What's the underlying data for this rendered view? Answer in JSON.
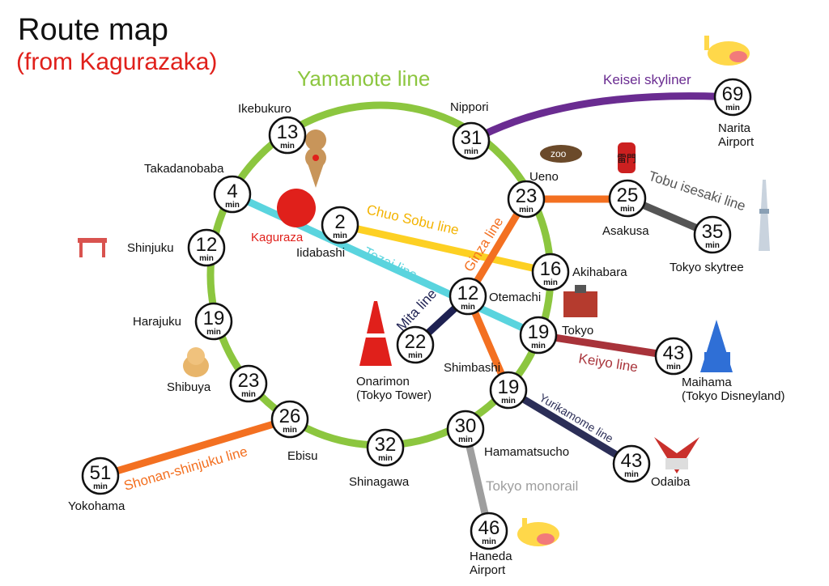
{
  "header": {
    "title": "Route map",
    "subtitle": "(from Kagurazaka)"
  },
  "origin": {
    "name": "Kaguraza",
    "color": "#e0201b"
  },
  "min_unit": "min",
  "lines": {
    "yamanote": {
      "label": "Yamanote line",
      "color": "#8cc63f"
    },
    "keisei": {
      "label": "Keisei skyliner",
      "color": "#6a2c91"
    },
    "tobu": {
      "label": "Tobu isesaki line",
      "color": "#555555"
    },
    "chuo_sobu": {
      "label": "Chuo Sobu line",
      "color": "#fdd023"
    },
    "tozai": {
      "label": "Tozai line",
      "color": "#5ad4de"
    },
    "ginza": {
      "label": "Ginza line",
      "color": "#f37021"
    },
    "mita": {
      "label": "Mita line",
      "color": "#1e2152"
    },
    "keiyo": {
      "label": "Keiyo line",
      "color": "#a8333a"
    },
    "yurikamome": {
      "label": "Yurikamome line",
      "color": "#2b2e57"
    },
    "monorail": {
      "label": "Tokyo monorail",
      "color": "#9e9e9e"
    },
    "shonan": {
      "label": "Shonan-shinjuku line",
      "color": "#f37021"
    }
  },
  "stations": {
    "ikebukuro": {
      "name": "Ikebukuro",
      "minutes": "13"
    },
    "nippori": {
      "name": "Nippori",
      "minutes": "31"
    },
    "narita": {
      "name": "Narita\nAirport",
      "minutes": "69"
    },
    "takadanobaba": {
      "name": "Takadanobaba",
      "minutes": "4"
    },
    "ueno": {
      "name": "Ueno",
      "minutes": "23"
    },
    "asakusa": {
      "name": "Asakusa",
      "minutes": "25"
    },
    "skytree": {
      "name": "Tokyo skytree",
      "minutes": "35"
    },
    "iidabashi": {
      "name": "Iidabashi",
      "minutes": "2"
    },
    "shinjuku": {
      "name": "Shinjuku",
      "minutes": "12"
    },
    "akihabara": {
      "name": "Akihabara",
      "minutes": "16"
    },
    "otemachi": {
      "name": "Otemachi",
      "minutes": "12"
    },
    "harajuku": {
      "name": "Harajuku",
      "minutes": "19"
    },
    "tokyo": {
      "name": "Tokyo",
      "minutes": "19"
    },
    "onarimon": {
      "name": "Onarimon\n(Tokyo Tower)",
      "minutes": "22"
    },
    "maihama": {
      "name": "Maihama\n(Tokyo Disneyland)",
      "minutes": "43"
    },
    "shibuya": {
      "name": "Shibuya",
      "minutes": "23"
    },
    "shimbashi": {
      "name": "Shimbashi",
      "minutes": "19"
    },
    "ebisu": {
      "name": "Ebisu",
      "minutes": "26"
    },
    "hamamatsucho": {
      "name": "Hamamatsucho",
      "minutes": "30"
    },
    "shinagawa": {
      "name": "Shinagawa",
      "minutes": "32"
    },
    "odaiba": {
      "name": "Odaiba",
      "minutes": "43"
    },
    "yokohama": {
      "name": "Yokohama",
      "minutes": "51"
    },
    "haneda": {
      "name": "Haneda\nAirport",
      "minutes": "46"
    }
  },
  "decorations": {
    "zoo": "zoo",
    "kaminarimon": "雷門"
  }
}
